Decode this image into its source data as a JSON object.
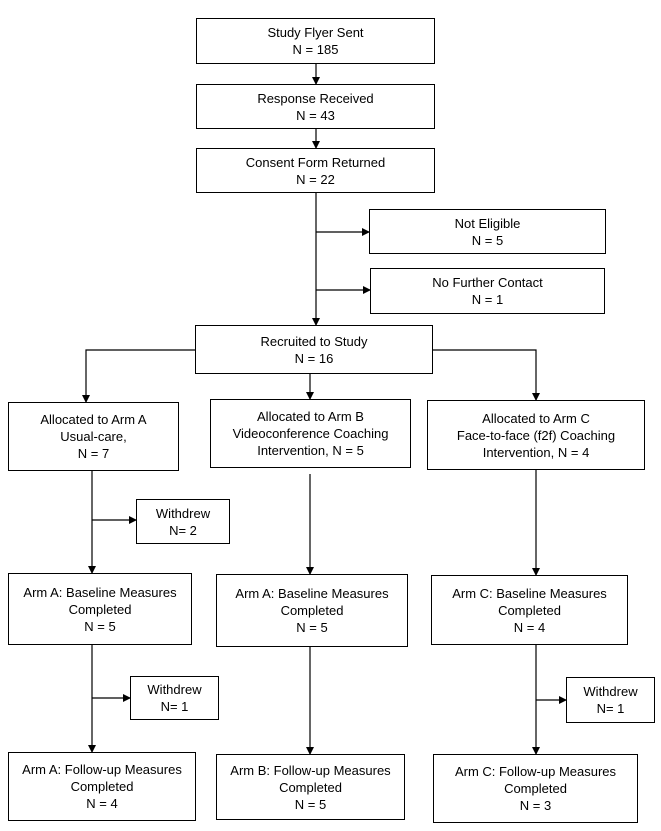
{
  "boxes": {
    "flyer": [
      "Study Flyer Sent",
      "N = 185"
    ],
    "response": [
      "Response Received",
      "N = 43"
    ],
    "consent": [
      "Consent Form Returned",
      "N = 22"
    ],
    "not_eligible": [
      "Not Eligible",
      "N = 5"
    ],
    "no_contact": [
      "No Further Contact",
      "N = 1"
    ],
    "recruited": [
      "Recruited to Study",
      "N = 16"
    ],
    "arm_a_alloc": [
      "Allocated to Arm A",
      "Usual-care,",
      "N = 7"
    ],
    "arm_b_alloc": [
      "Allocated to Arm B",
      "Videoconference Coaching",
      "Intervention, N = 5"
    ],
    "arm_c_alloc": [
      "Allocated to Arm C",
      "Face-to-face (f2f) Coaching",
      "Intervention, N = 4"
    ],
    "withdrew_a1": [
      "Withdrew",
      "N= 2"
    ],
    "arm_a_base": [
      "Arm A: Baseline Measures",
      "Completed",
      "N = 5"
    ],
    "arm_b_base": [
      "Arm A: Baseline Measures",
      "Completed",
      "N = 5"
    ],
    "arm_c_base": [
      "Arm C: Baseline Measures",
      "Completed",
      "N = 4"
    ],
    "withdrew_a2": [
      "Withdrew",
      "N= 1"
    ],
    "withdrew_c": [
      "Withdrew",
      "N= 1"
    ],
    "arm_a_follow": [
      "Arm A: Follow-up Measures",
      "Completed",
      "N = 4"
    ],
    "arm_b_follow": [
      "Arm B: Follow-up Measures",
      "Completed",
      "N = 5"
    ],
    "arm_c_follow": [
      "Arm C: Follow-up Measures",
      "Completed",
      "N = 3"
    ]
  }
}
